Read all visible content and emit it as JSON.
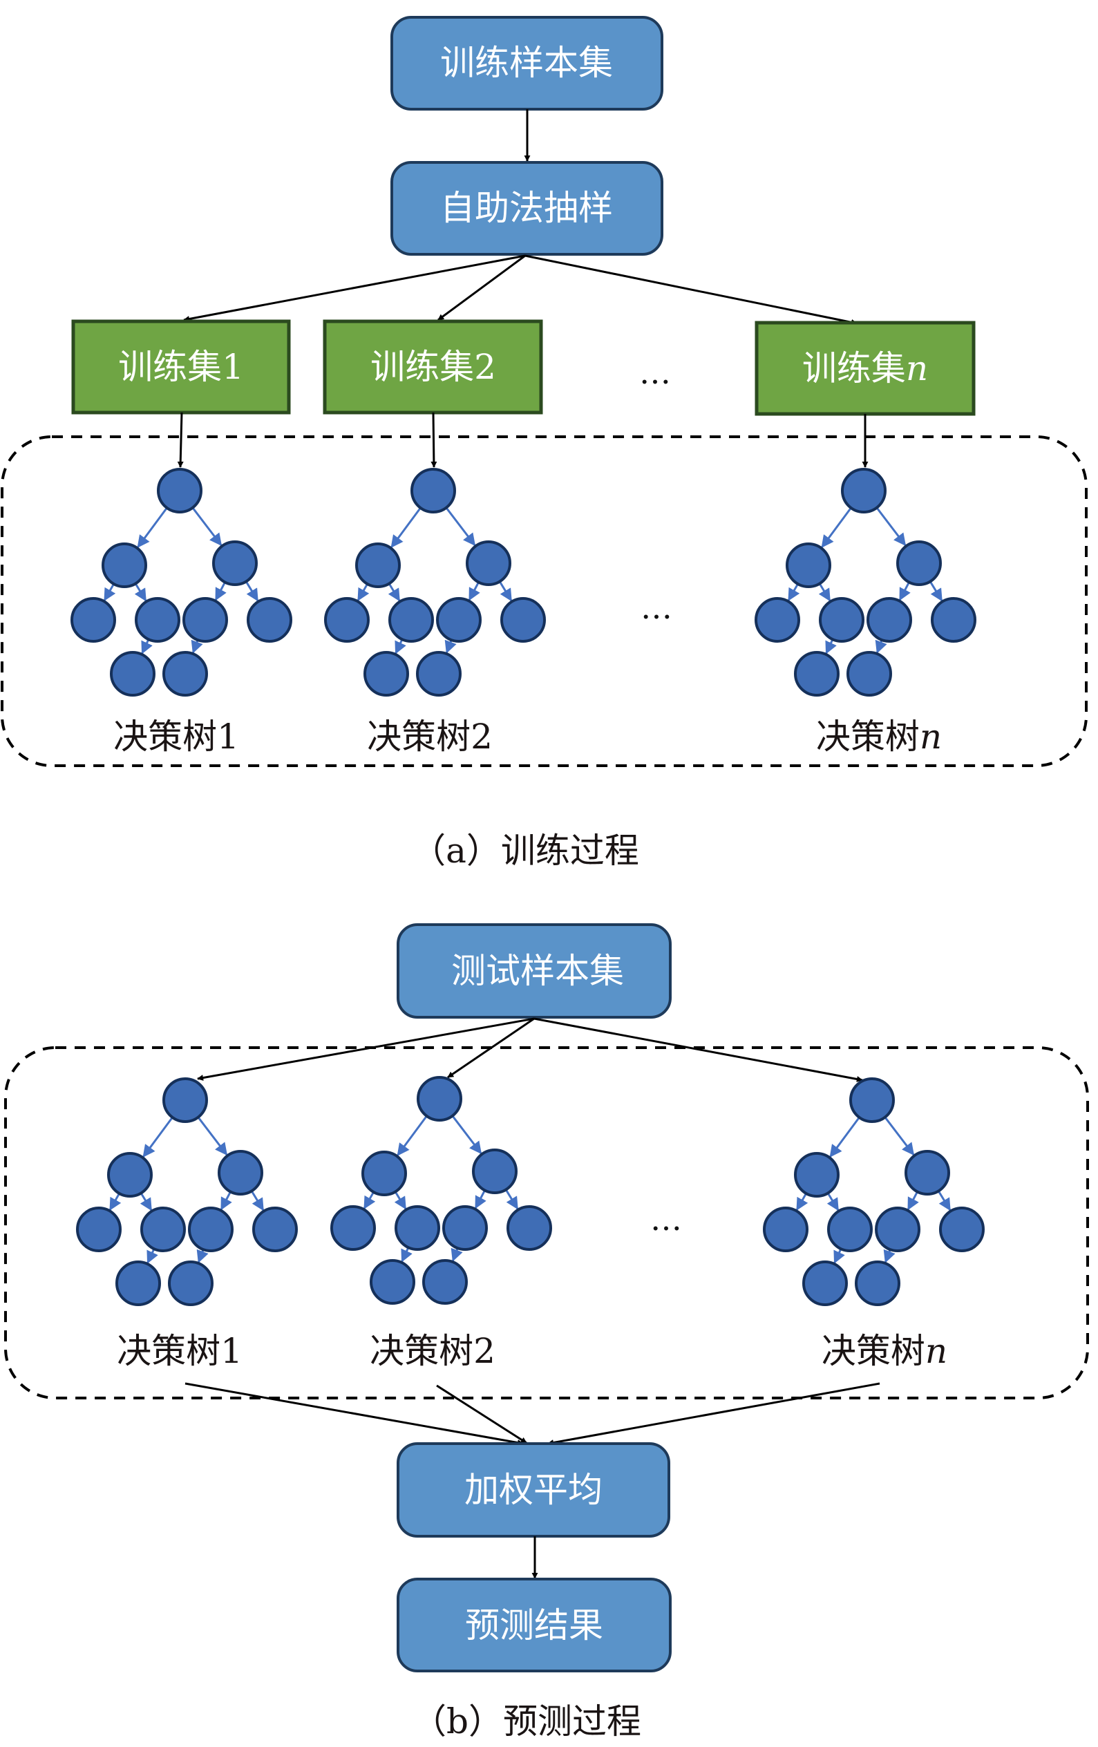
{
  "colors": {
    "process_box_fill": "#5A93C9",
    "process_box_stroke": "#1E3A5A",
    "train_set_fill": "#6FA544",
    "train_set_stroke": "#2B4A1F",
    "tree_node_fill": "#3F6DB5",
    "tree_node_stroke": "#15305A",
    "tree_edge": "#4472C4"
  },
  "training": {
    "source_box": "训练样本集",
    "bootstrap_box": "自助法抽样",
    "train_sets": [
      {
        "prefix": "训练集",
        "index": "1",
        "italic": false
      },
      {
        "prefix": "训练集",
        "index": "2",
        "italic": false
      },
      {
        "prefix": "训练集",
        "index": "n",
        "italic": true
      }
    ],
    "set_ellipsis": "…",
    "trees": [
      {
        "prefix": "决策树",
        "index": "1",
        "italic": false
      },
      {
        "prefix": "决策树",
        "index": "2",
        "italic": false
      },
      {
        "prefix": "决策树",
        "index": "n",
        "italic": true
      }
    ],
    "tree_ellipsis": "…",
    "caption": "（a）训练过程"
  },
  "prediction": {
    "source_box": "测试样本集",
    "trees": [
      {
        "prefix": "决策树",
        "index": "1",
        "italic": false
      },
      {
        "prefix": "决策树",
        "index": "2",
        "italic": false
      },
      {
        "prefix": "决策树",
        "index": "n",
        "italic": true
      }
    ],
    "tree_ellipsis": "…",
    "aggregate_box": "加权平均",
    "result_box": "预测结果",
    "caption": "（b）预测过程"
  }
}
